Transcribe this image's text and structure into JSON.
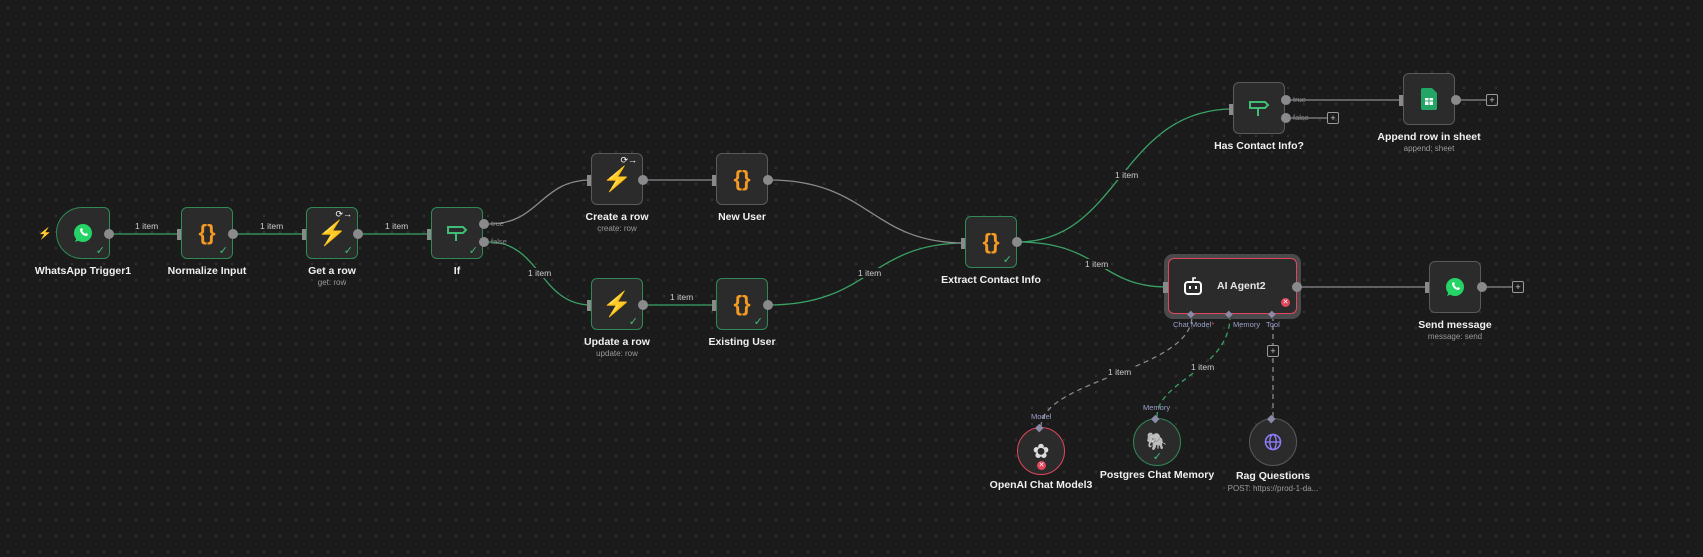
{
  "nodes": {
    "whatsapp_trigger": {
      "label": "WhatsApp Trigger1"
    },
    "normalize": {
      "label": "Normalize Input"
    },
    "get_row": {
      "label": "Get a row",
      "sub": "get: row"
    },
    "if": {
      "label": "If",
      "true": "true",
      "false": "false"
    },
    "create_row": {
      "label": "Create a row",
      "sub": "create: row"
    },
    "new_user": {
      "label": "New User"
    },
    "update_row": {
      "label": "Update a row",
      "sub": "update: row"
    },
    "existing_user": {
      "label": "Existing User"
    },
    "extract": {
      "label": "Extract Contact Info"
    },
    "has_contact": {
      "label": "Has Contact Info?",
      "true": "true",
      "false": "false"
    },
    "append_sheet": {
      "label": "Append row in sheet",
      "sub": "append: sheet"
    },
    "ai_agent": {
      "label": "AI Agent2",
      "chat_model": "Chat Model",
      "required": "*",
      "memory": "Memory",
      "tool": "Tool"
    },
    "send_message": {
      "label": "Send message",
      "sub": "message: send"
    },
    "openai": {
      "label": "OpenAI Chat Model3",
      "slot": "Model"
    },
    "postgres": {
      "label": "Postgres Chat Memory",
      "slot": "Memory"
    },
    "rag": {
      "label": "Rag Questions",
      "sub": "POST: https://prod-1-da..."
    }
  },
  "edges": {
    "e1": "1 item",
    "e2": "1 item",
    "e3": "1 item",
    "e4": "1 item",
    "e5": "1 item",
    "e6": "1 item",
    "e7": "1 item",
    "e8": "1 item",
    "e9": "1 item",
    "e10": "1 item"
  },
  "colors": {
    "success": "#3fbf75",
    "error": "#e0475a",
    "canvas": "#1b1b1c"
  }
}
